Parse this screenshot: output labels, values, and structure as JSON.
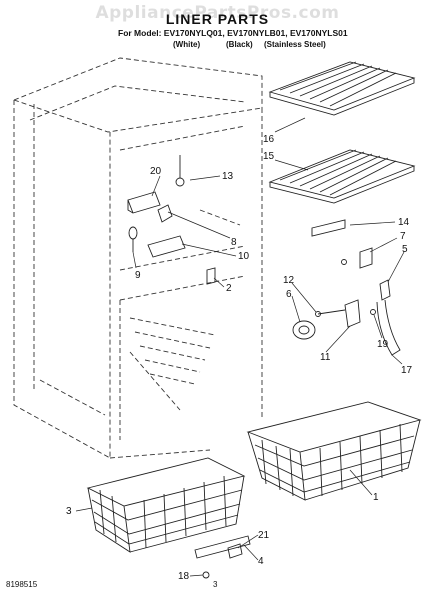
{
  "watermark": "AppliancePartsPros.com",
  "title": "LINER PARTS",
  "models": "For Model: EV170NYLQ01, EV170NYLB01, EV170NYLS01",
  "variants": {
    "white": "(White)",
    "black": "(Black)",
    "stainless": "(Stainless Steel)"
  },
  "footer": {
    "doc_number": "8198515",
    "page_number": "3"
  },
  "callouts": [
    "16",
    "15",
    "13",
    "20",
    "14",
    "7",
    "8",
    "10",
    "5",
    "9",
    "2",
    "12",
    "6",
    "11",
    "19",
    "17",
    "1",
    "3",
    "21",
    "4",
    "18"
  ]
}
